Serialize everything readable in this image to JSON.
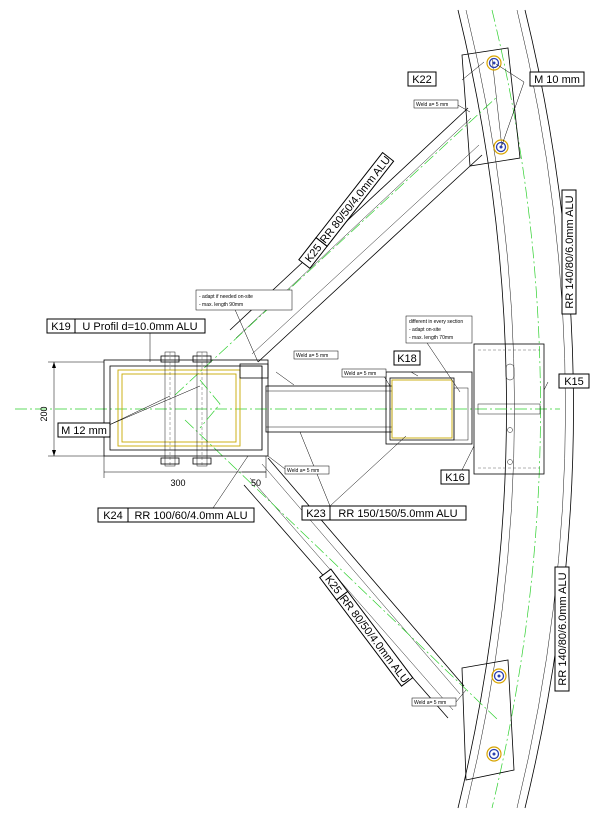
{
  "colors": {
    "centerline": "#2fd02f",
    "profile_outline": "#c9a800",
    "bolt": "#2a3fb0",
    "bolt_washer": "#d8a400",
    "ink": "#000000"
  },
  "part_labels": {
    "k15": "K15",
    "k16": "K16",
    "k18": "K18",
    "k19": "K19",
    "k22": "K22",
    "k23": "K23",
    "k24": "K24",
    "k25_top": "K25",
    "k25_bottom": "K25"
  },
  "descriptions": {
    "u_profil": "U Profil d=10.0mm ALU",
    "rr_80_top": "RR 80/50/4.0mm ALU",
    "rr_80_bottom": "RR 80/50/4.0mm ALU",
    "rr_140_top": "RR 140/80/6.0mm ALU",
    "rr_140_bottom": "RR 140/80/6.0mm ALU",
    "rr_100": "RR 100/60/4.0mm ALU",
    "rr_150": "RR 150/150/5.0mm ALU",
    "m10": "M 10 mm",
    "m12": "M 12 mm"
  },
  "notes": {
    "adapt_line1": "- adapt if needed on-site",
    "adapt_line2": "- max. length 90mm",
    "diff_line1": "different in every section",
    "diff_line2": "- adapt on-site",
    "diff_line3": "- max. length 70mm",
    "weld_1": "Weld a= 5 mm",
    "weld_2": "Weld a= 5 mm",
    "weld_3": "Weld a= 5 mm",
    "weld_4": "Weld a= 5 mm",
    "weld_5": "Weld a= 5 mm"
  },
  "dimensions": {
    "d200": "200",
    "d300": "300",
    "d50": "50"
  }
}
